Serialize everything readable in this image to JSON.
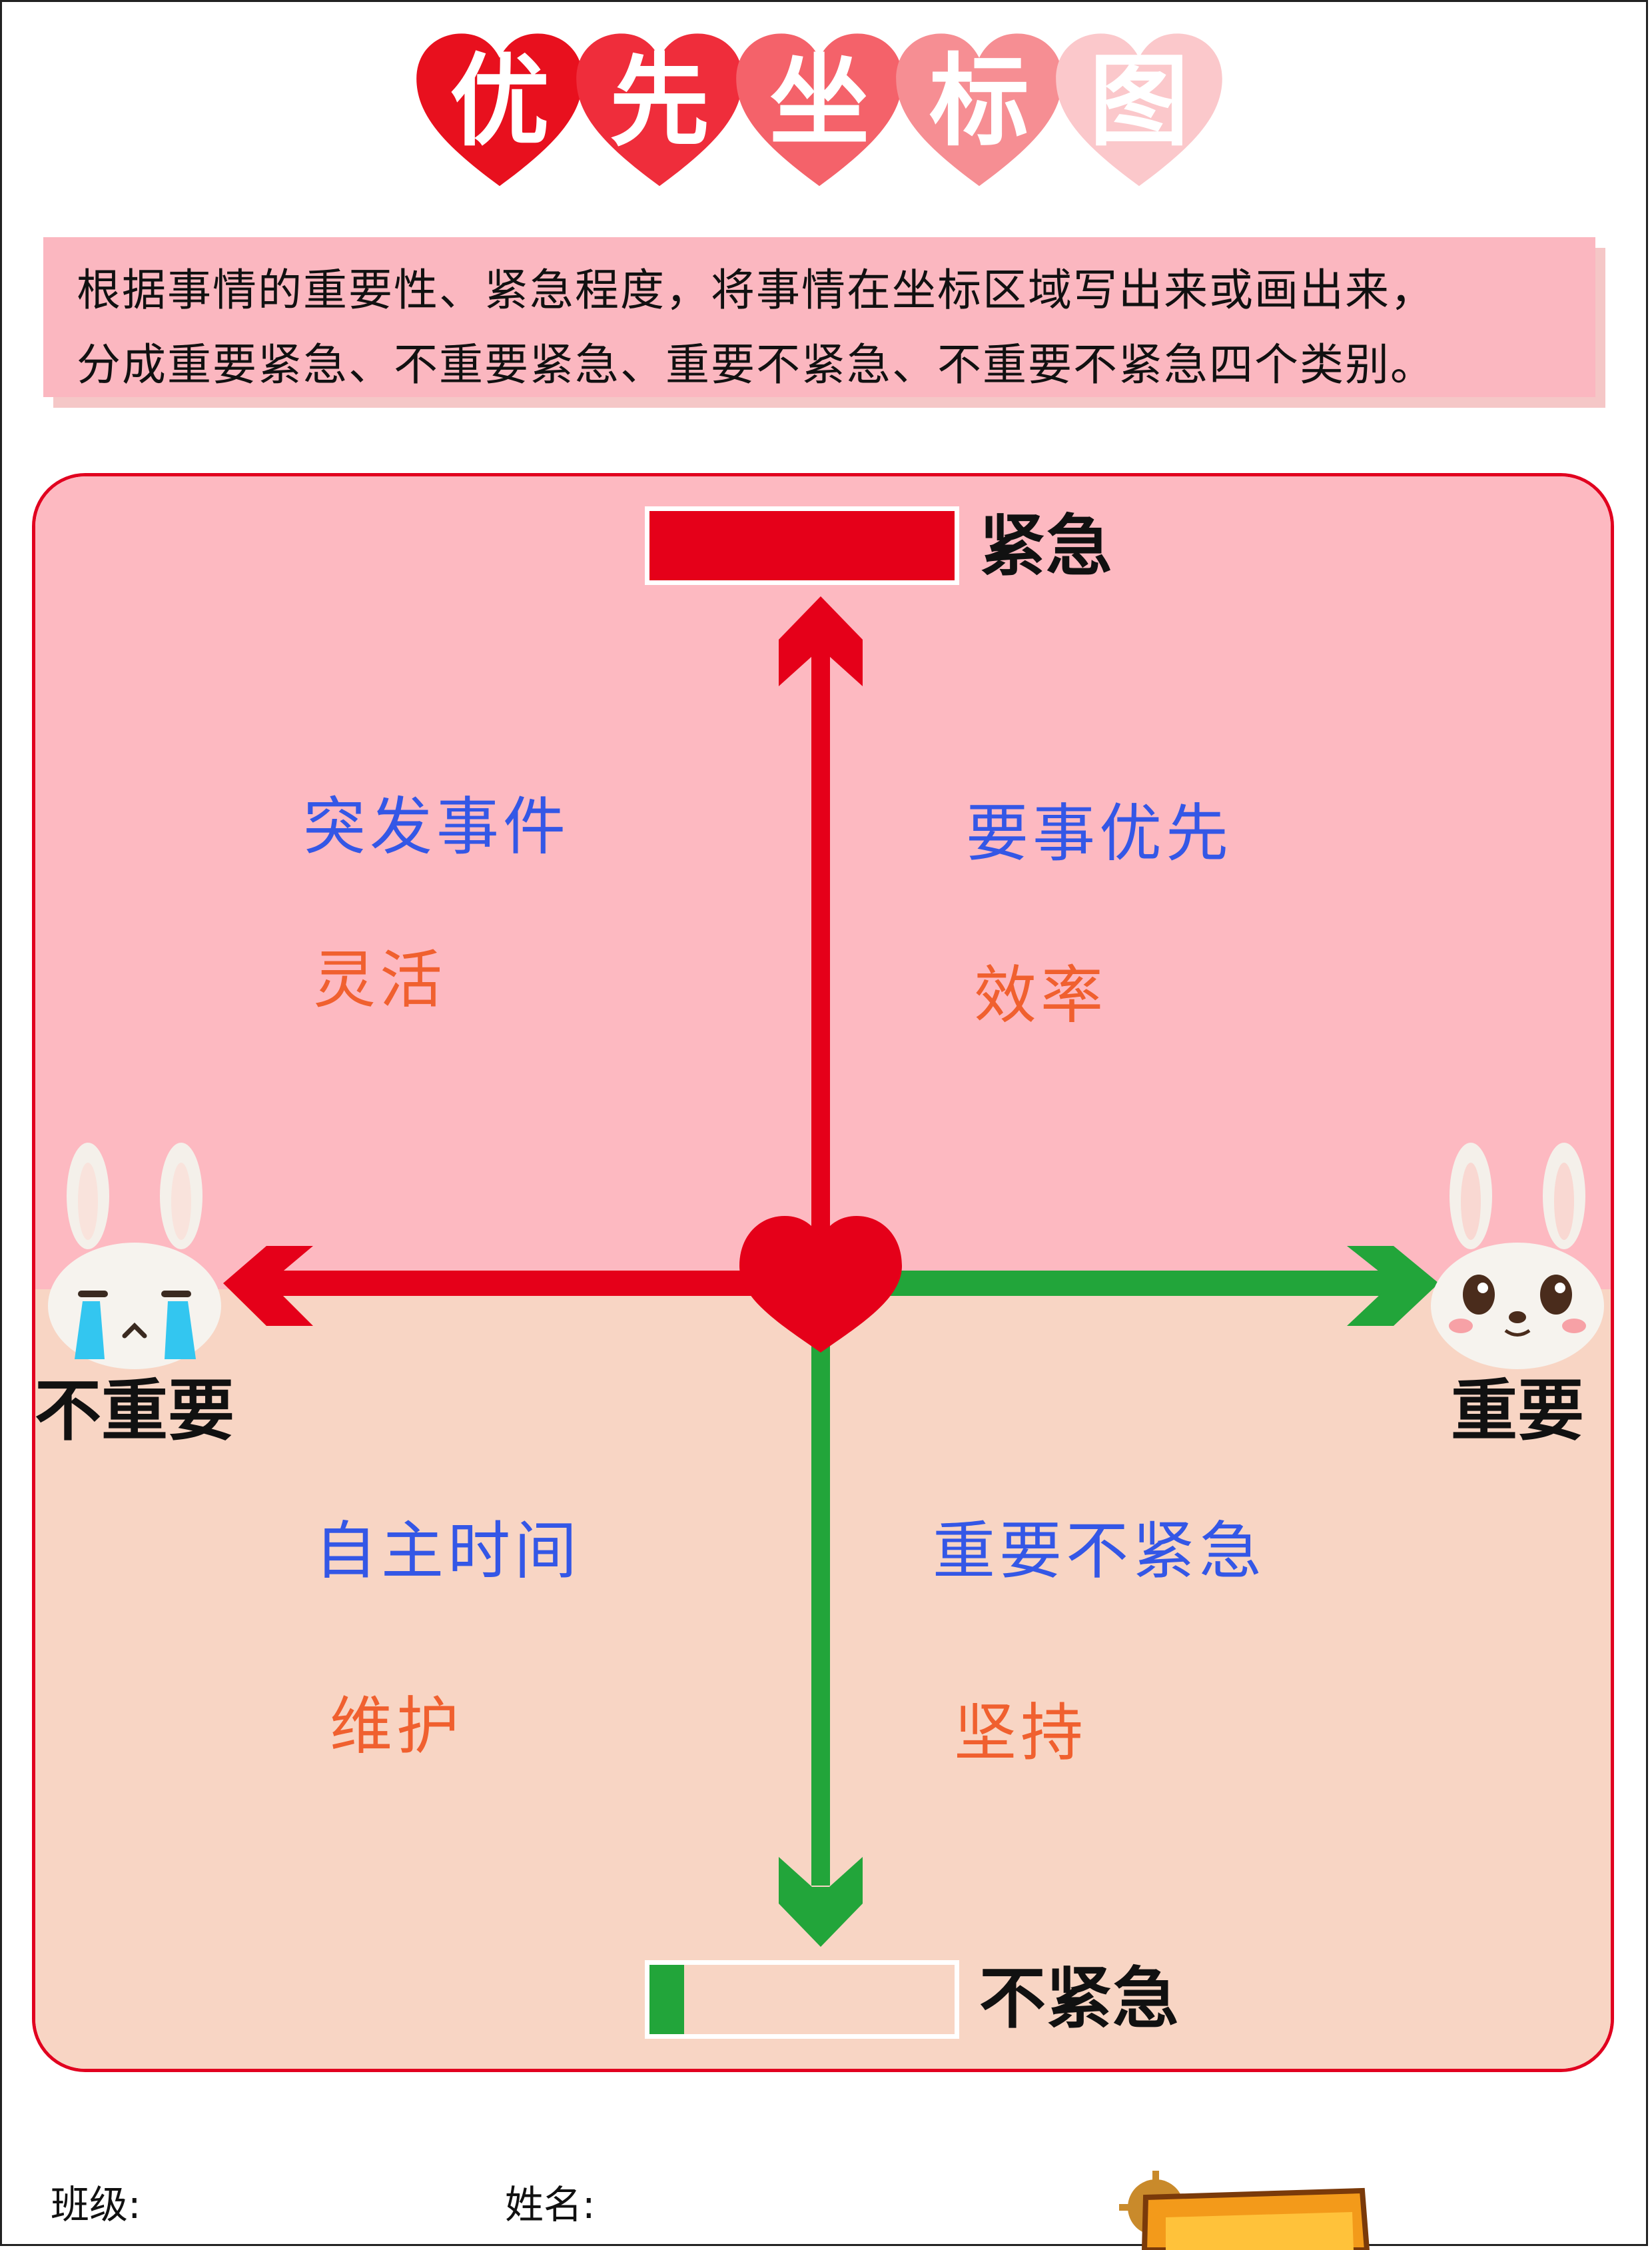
{
  "title": {
    "chars": [
      "优",
      "先",
      "坐",
      "标",
      "图"
    ],
    "colors": [
      "#e8101e",
      "#ef2d3b",
      "#f4626a",
      "#f68e93",
      "#fbc8cb"
    ]
  },
  "instructions": {
    "line1": "根据事情的重要性、紧急程度，将事情在坐标区域写出来或画出来，",
    "line2": "分成重要紧急、不重要紧急、重要不紧急、不重要不紧急四个类别。"
  },
  "axes": {
    "up_label": "紧急",
    "down_label": "不紧急",
    "left_label": "不重要",
    "right_label": "重要",
    "up_color": "#e50019",
    "down_color": "#22a53a"
  },
  "quadrants": {
    "top_left": {
      "title": "突发事件",
      "word": "灵活"
    },
    "top_right": {
      "title": "要事优先",
      "word": "效率"
    },
    "bottom_left": {
      "title": "自主时间",
      "word": "维护"
    },
    "bottom_right": {
      "title": "重要不紧急",
      "word": "坚持"
    }
  },
  "footer": {
    "class_label": "班级:",
    "name_label": "姓名:"
  },
  "colors": {
    "top_zone": "#fdb9c1",
    "bottom_zone": "#f8d5c4",
    "title_blue": "#3457e6",
    "word_orange": "#f0602f"
  }
}
